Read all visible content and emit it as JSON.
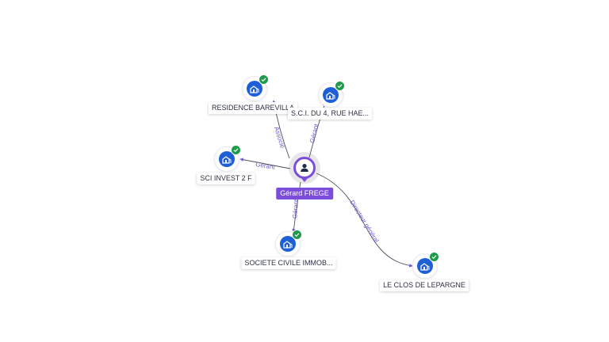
{
  "center": {
    "name": "Gérard FREGE",
    "icon": "person-icon",
    "color": "#7c4ddb"
  },
  "nodes": [
    {
      "id": "residence",
      "label": "RESIDENCE BAREVILLA",
      "icon": "building-icon",
      "status": "check-icon"
    },
    {
      "id": "sci4",
      "label": "S.C.I. DU 4, RUE HAE...",
      "icon": "building-icon",
      "status": "check-icon"
    },
    {
      "id": "invest",
      "label": "SCI INVEST 2 F",
      "icon": "building-icon",
      "status": "check-icon"
    },
    {
      "id": "civile",
      "label": "SOCIETE CIVILE IMMOB...",
      "icon": "building-icon",
      "status": "check-icon"
    },
    {
      "id": "clos",
      "label": "LE CLOS DE LEPARGNE",
      "icon": "building-icon",
      "status": "check-icon"
    }
  ],
  "edges": [
    {
      "to": "residence",
      "label": "Associé"
    },
    {
      "to": "sci4",
      "label": "Gérant"
    },
    {
      "to": "invest",
      "label": "Gérant"
    },
    {
      "to": "civile",
      "label": "Gérant"
    },
    {
      "to": "clos",
      "label": "Directeur général"
    }
  ],
  "colors": {
    "company": "#1f5fd6",
    "verified": "#1e9b4a",
    "edge_label": "#6b5bd6"
  }
}
